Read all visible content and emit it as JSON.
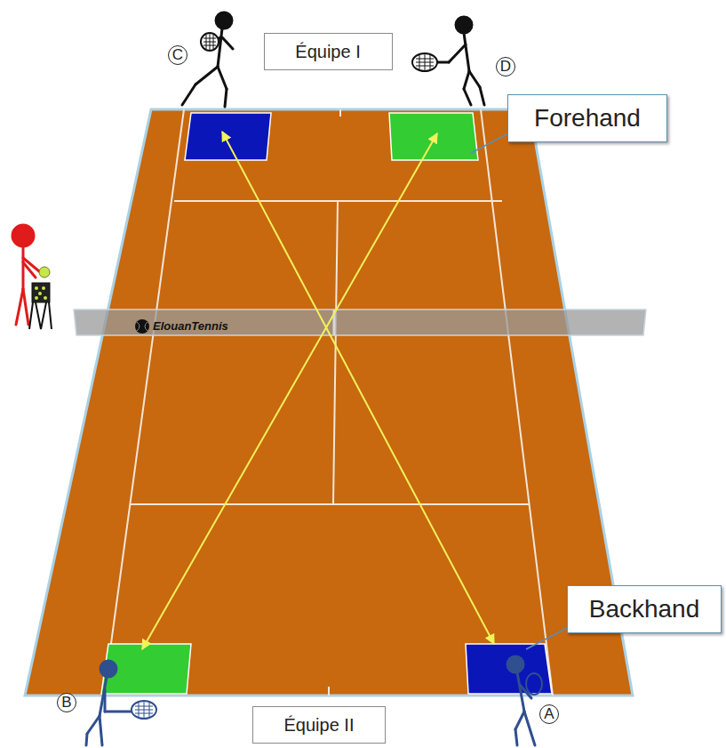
{
  "diagram": {
    "nodes": [
      {
        "text": [
          "C"
        ]
      },
      {
        "text": [
          "Équipe I"
        ]
      },
      {
        "text": [
          "D"
        ]
      },
      {
        "text": [
          "Forehand"
        ]
      },
      {
        "text": [
          "Backhand"
        ]
      },
      {
        "text": [
          "B"
        ]
      },
      {
        "text": [
          "Équipe II"
        ]
      },
      {
        "text": [
          "A"
        ]
      }
    ],
    "labels": [
      "ElouanTennis"
    ]
  }
}
